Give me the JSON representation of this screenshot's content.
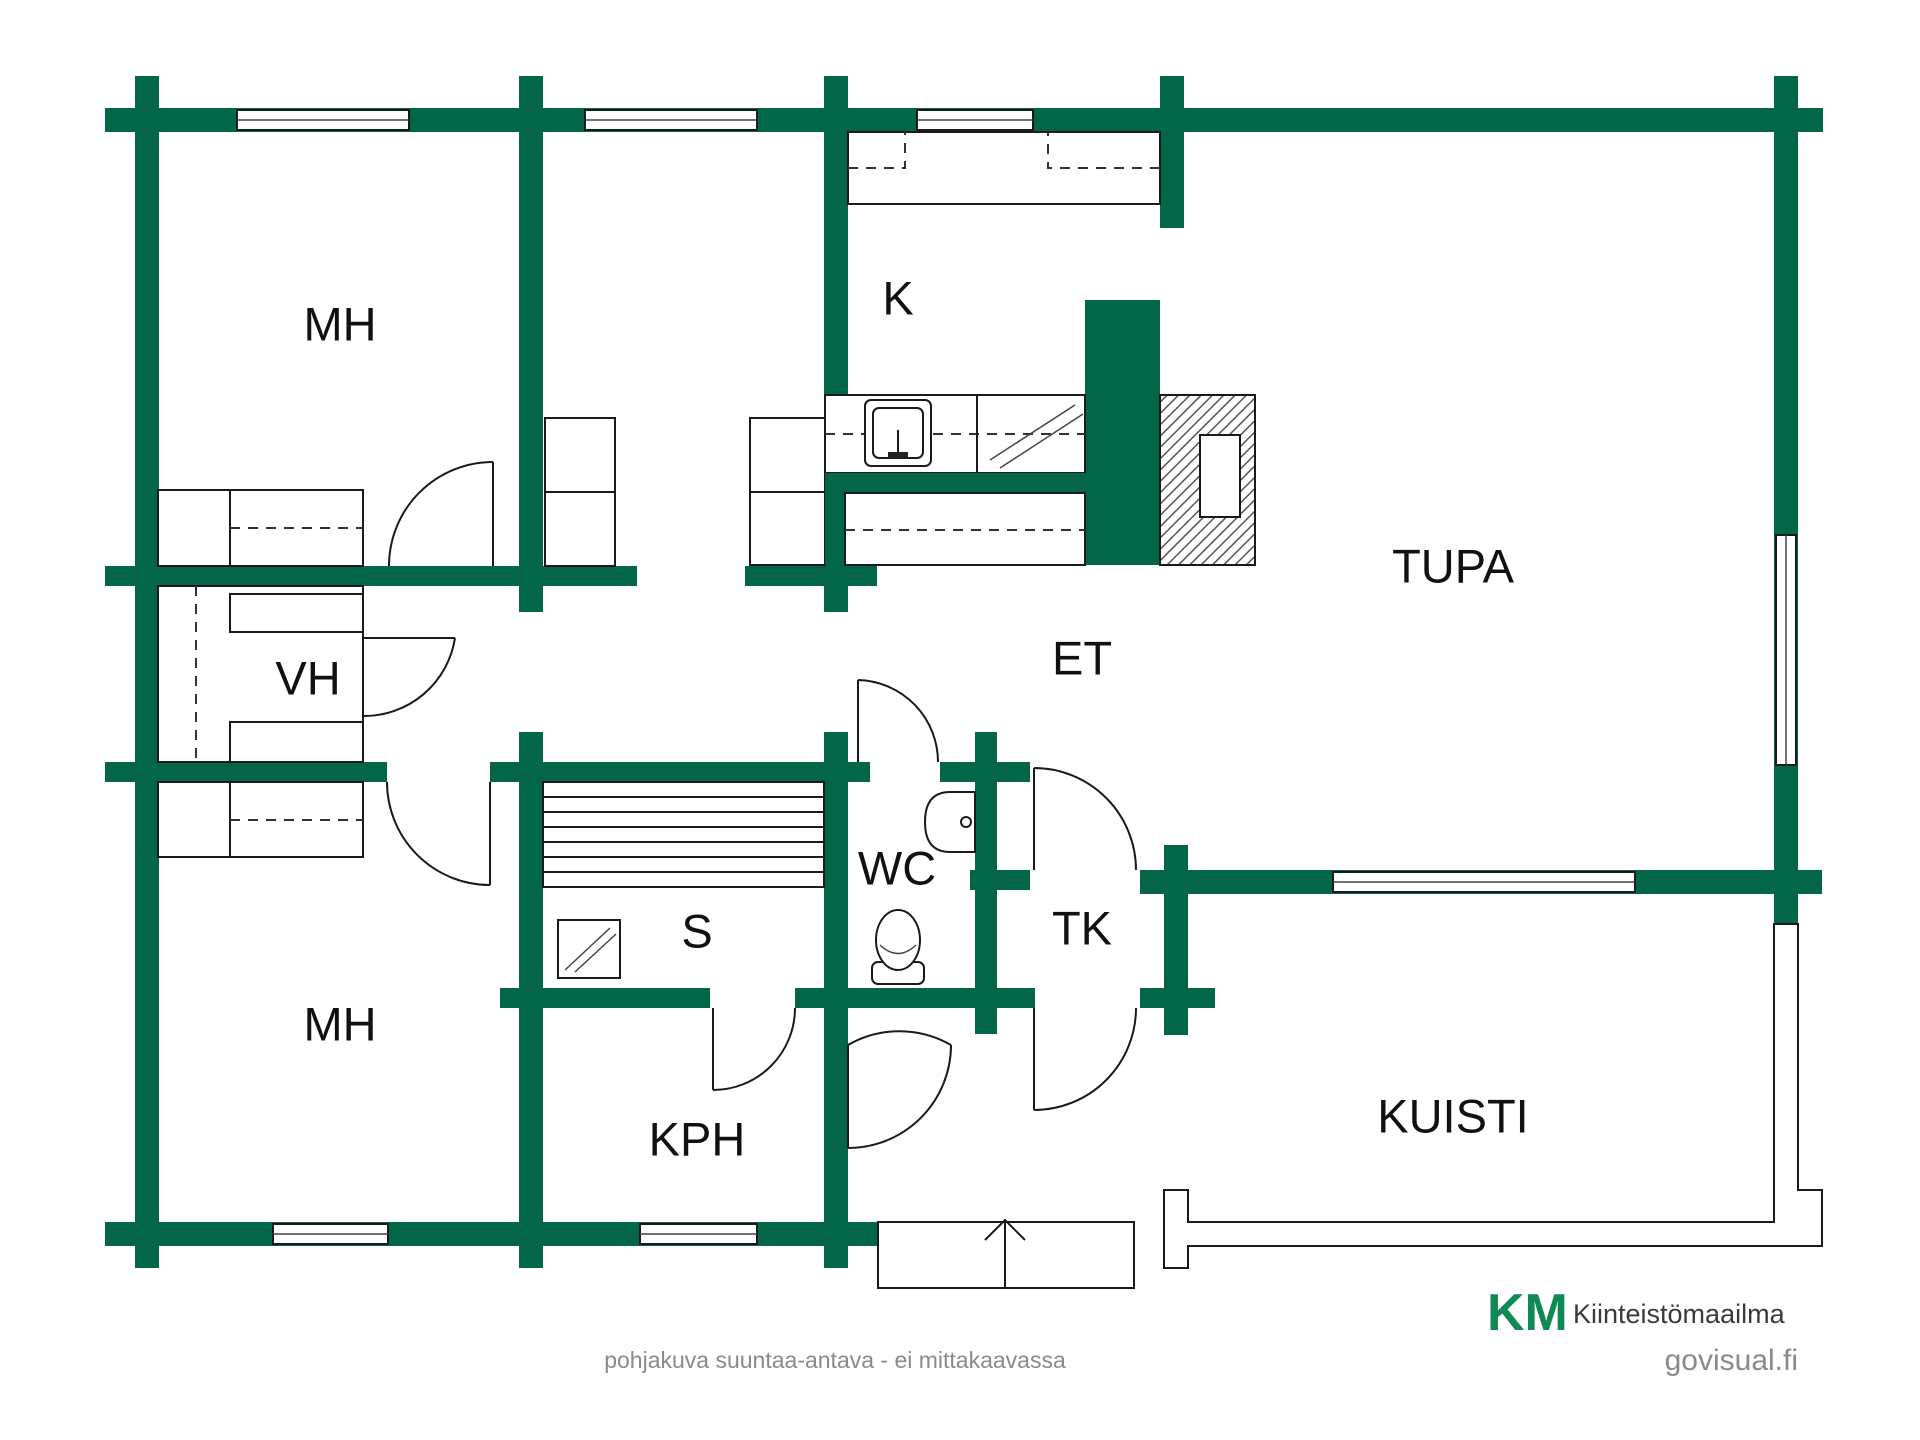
{
  "colors": {
    "wall": "#046649",
    "brand": "#0f8a55",
    "hatch": "#555555",
    "text": "#111111",
    "footer_text": "#8a8a8a"
  },
  "rooms": {
    "mh_top": "MH",
    "k": "K",
    "tupa": "TUPA",
    "vh": "VH",
    "et": "ET",
    "wc": "WC",
    "s": "S",
    "tk": "TK",
    "mh_bottom": "MH",
    "kuisti": "KUISTI",
    "kph": "KPH"
  },
  "footer": {
    "disclaimer": "pohjakuva suuntaa-antava - ei mittakaavassa",
    "credit": "govisual.fi"
  },
  "brand": {
    "logo_mark": "KM",
    "name": "Kiinteistömaailma"
  },
  "icons": {
    "logo": "km-logo-icon",
    "sink": "sink-icon",
    "toilet": "toilet-icon",
    "fireplace": "fireplace-icon",
    "entrance_arrow": "arrow-up-icon"
  }
}
